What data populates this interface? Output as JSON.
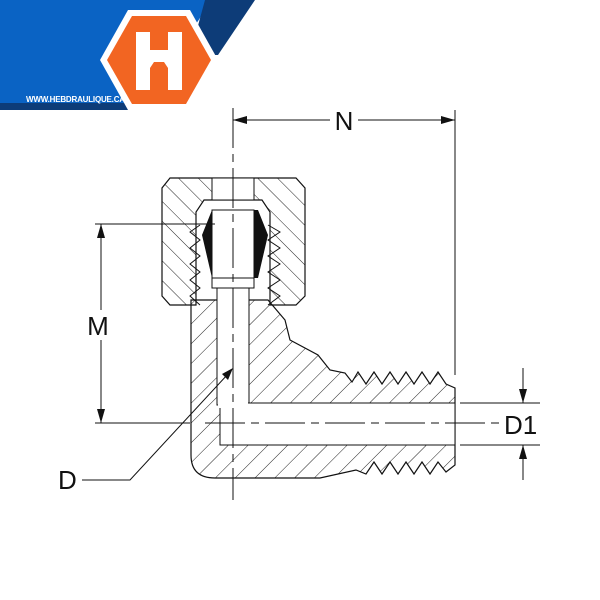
{
  "brand": {
    "logo_letter": "H",
    "website": "WWW.HEBDRAULIQUE.CA",
    "colors": {
      "blue": "#0a63c4",
      "navy": "#0d3c78",
      "orange": "#f26522"
    }
  },
  "diagram": {
    "dimension_labels": {
      "n": "N",
      "m": "M",
      "d": "D",
      "d1": "D1"
    }
  }
}
